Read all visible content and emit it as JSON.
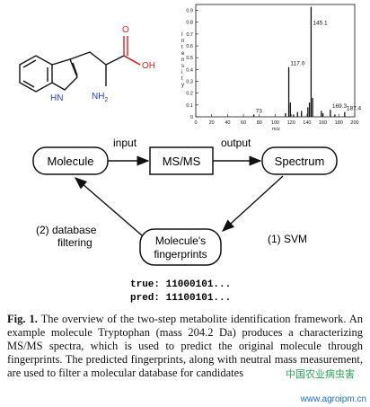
{
  "nodes": {
    "molecule": "Molecule",
    "msms": "MS/MS",
    "spectrum": "Spectrum",
    "fingerprints_line1": "Molecule's",
    "fingerprints_line2": "fingerprints"
  },
  "edges": {
    "input": "input",
    "output": "output",
    "svm": "(1) SVM",
    "db_line1": "(2)  database",
    "db_line2": "filtering"
  },
  "fingerprint_strings": {
    "true": "true: 11000101...",
    "pred": "pred: 11100101..."
  },
  "molecule_labels": {
    "oh": "OH",
    "o": "O",
    "nh2": "NH",
    "nh2_sub": "2",
    "hn": "HN"
  },
  "spectrum": {
    "ylabel": "Intensity",
    "xlabel": "m/z",
    "y_ticks": [
      "0",
      "0.1",
      "0.2",
      "0.3",
      "0.4",
      "0.5",
      "0.6",
      "0.7",
      "0.8",
      "0.9"
    ],
    "x_ticks": [
      "0",
      "20",
      "40",
      "60",
      "80",
      "100",
      "120",
      "140",
      "160",
      "180",
      "200"
    ],
    "peak_labels": [
      "73",
      "117.0",
      "145.1",
      "169.3",
      "187.4"
    ]
  },
  "chart_data": {
    "type": "bar",
    "xlabel": "m/z",
    "ylabel": "Intensity",
    "xlim": [
      0,
      200
    ],
    "ylim": [
      0,
      0.95
    ],
    "peaks": [
      {
        "x": 73,
        "y": 0.02,
        "label": "73"
      },
      {
        "x": 113,
        "y": 0.03
      },
      {
        "x": 117.0,
        "y": 0.42,
        "label": "117.0"
      },
      {
        "x": 119,
        "y": 0.12
      },
      {
        "x": 123,
        "y": 0.02
      },
      {
        "x": 128,
        "y": 0.04
      },
      {
        "x": 133,
        "y": 0.05
      },
      {
        "x": 141,
        "y": 0.08
      },
      {
        "x": 143,
        "y": 0.12
      },
      {
        "x": 145.1,
        "y": 0.93,
        "label": "145.1"
      },
      {
        "x": 147,
        "y": 0.16
      },
      {
        "x": 158,
        "y": 0.05
      },
      {
        "x": 160,
        "y": 0.03
      },
      {
        "x": 169.3,
        "y": 0.06,
        "label": "169.3"
      },
      {
        "x": 175,
        "y": 0.02
      },
      {
        "x": 187.4,
        "y": 0.04,
        "label": "187.4"
      }
    ]
  },
  "caption": {
    "fig_label": "Fig. 1.",
    "text": " The overview of the two-step metabolite identification framework. An example molecule Tryptophan (mass 204.2 Da) produces a characterizing MS/MS spectra, which is used to predict the original molecule through fingerprints. The predicted fingerprints, along with neutral mass measurement, are used to filter a molecular database for candidates"
  },
  "watermark": {
    "url": "www.agroipm.cn",
    "cn": "中国农业病虫害"
  }
}
